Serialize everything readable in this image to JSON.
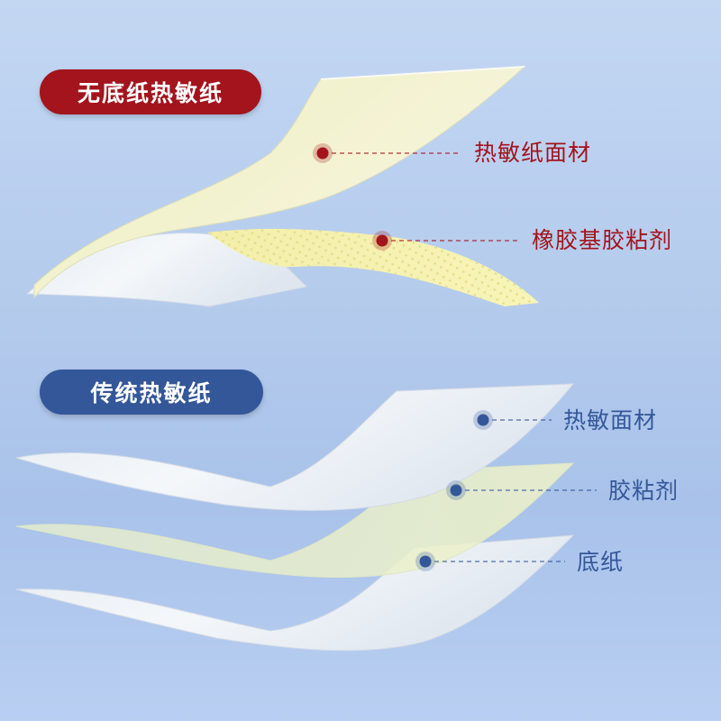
{
  "colors": {
    "top_accent": "#a3141c",
    "bottom_accent": "#34579a",
    "paper_white": "#f2f5f8",
    "paper_cream": "#f3f2cf",
    "adhesive_yellow": "#f4f1a4"
  },
  "sections": {
    "top": {
      "title": "无底纸热敏纸",
      "layers": [
        {
          "label": "热敏纸面材"
        },
        {
          "label": "橡胶基胶粘剂"
        }
      ]
    },
    "bottom": {
      "title": "传统热敏纸",
      "layers": [
        {
          "label": "热敏面材"
        },
        {
          "label": "胶粘剂"
        },
        {
          "label": "底纸"
        }
      ]
    }
  }
}
